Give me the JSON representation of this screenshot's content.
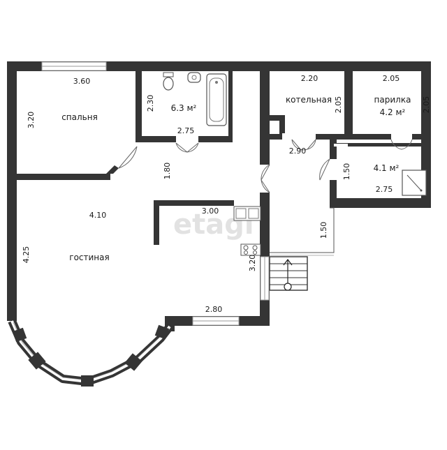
{
  "watermark": "etagi",
  "rooms": {
    "bedroom": "спальня",
    "living": "гостиная",
    "boiler": "котельная",
    "sauna": "парилка",
    "sauna_area": "4.2 м²",
    "bathroom_area": "6.3 м²",
    "shower_area": "4.1 м²"
  },
  "dims": {
    "bedroom_top": "3.60",
    "bedroom_left": "3.20",
    "bath_left": "2.30",
    "bath_bottom": "2.75",
    "boiler_top": "2.20",
    "boiler_right": "2.05",
    "sauna_top": "2.05",
    "sauna_right": "2.05",
    "hall_top": "2.90",
    "shower_left": "1.50",
    "shower_bottom": "2.75",
    "corridor_left": "1.80",
    "living_top": "4.10",
    "kitchen_top": "3.00",
    "living_left": "4.25",
    "living_right": "3.20",
    "corridor_right": "1.50",
    "living_bottom": "2.80"
  }
}
